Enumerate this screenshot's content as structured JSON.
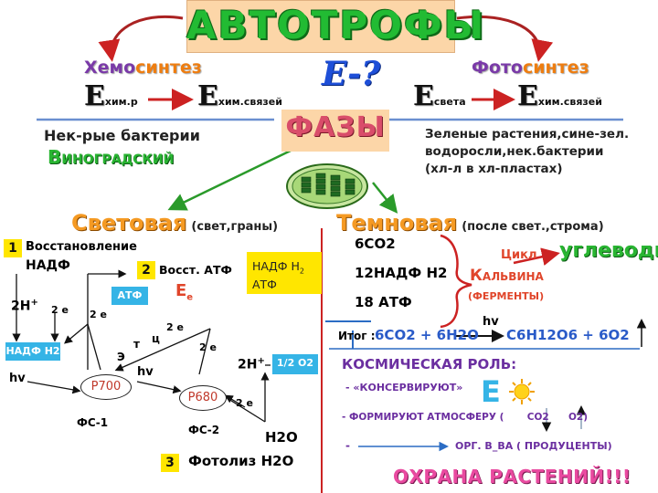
{
  "title": "АВТОТРОФЫ",
  "energy_question": "E-?",
  "chemosynthesis": {
    "label_a": "Хемо",
    "label_b": "синтез",
    "e_from_sub": "хим.р",
    "e_to_sub": "хим.связей",
    "organisms": "Нек-рые бактерии",
    "scientist": "Виноградский"
  },
  "photosynthesis": {
    "label_a": "Фото",
    "label_b": "синтез",
    "e_from_sub": "света",
    "e_to_sub": "хим.связей",
    "organisms_line1": "Зеленые растения,сине-зел.",
    "organisms_line2": "водоросли,нек.бактерии",
    "organisms_line3": "(хл-л в хл-пластах)"
  },
  "e_letter": "E",
  "phases_title": "ФАЗЫ",
  "light_phase": {
    "title": "Световая",
    "note": "(свет,граны)",
    "step1_line1": "Восстановление",
    "step1_line2": "НАДФ",
    "step2": "Восст. АТФ",
    "step3": "Фотолиз H2O",
    "num1": "1",
    "num2": "2",
    "num3": "3",
    "products_line1": "НАДФ Н",
    "products_sub": "2",
    "products_line2": "АТФ",
    "h_plus": "2H",
    "plus": "+",
    "two_e": "2 е",
    "nadph": "НАДФ H2",
    "atp_tag": "АТФ",
    "ee_tag": "E",
    "ee_sub": "e",
    "etc": [
      "Э",
      "т",
      "ц"
    ],
    "hv": "hv",
    "p700": "P700",
    "p680": "P680",
    "fs1": "ФС-1",
    "fs2": "ФС-2",
    "half_o2": "1/2 O2",
    "h2o": "H2O"
  },
  "dark_phase": {
    "title": "Темновая",
    "note": "(после свет.,строма)",
    "in1": "6CO2",
    "in2": "12НАДФ H2",
    "in3": "18 АТФ",
    "cycle_line1": "Цикл",
    "cycle_line2_cap": "К",
    "cycle_line2_rest": "альвина",
    "enzymes": "(ФЕРМЕНТЫ)",
    "product": "углеводы",
    "result_label": "Итог :",
    "hv": "hv",
    "eq_left": "6CO2 + 6H2O",
    "eq_right": "C6H12O6 + 6O2"
  },
  "cosmic": {
    "title": "КОСМИЧЕСКАЯ РОЛЬ:",
    "line1": "- «КОНСЕРВИРУЮТ»",
    "e_big": "E",
    "line2_a": "- ФОРМИРУЮТ АТМОСФЕРУ (",
    "line2_co2": "CO2",
    "line2_o2": "O2)",
    "line3_dash": "-",
    "line3": "ОРГ. В_ВА ( ПРОДУЦЕНТЫ)"
  },
  "protection": "ОХРАНА РАСТЕНИЙ!!!",
  "colors": {
    "title_bg": "#fcd6a8",
    "title_text": "#22bb33",
    "red": "#cc2222",
    "orange": "#f59a23",
    "blue_tag": "#35b4e6",
    "yellow": "#ffe600",
    "purple": "#6b2fa0",
    "chem_a": "#7a3aa8",
    "chem_b": "#ee7d10"
  },
  "icons": [
    "sun-icon",
    "chloroplast-icon"
  ]
}
